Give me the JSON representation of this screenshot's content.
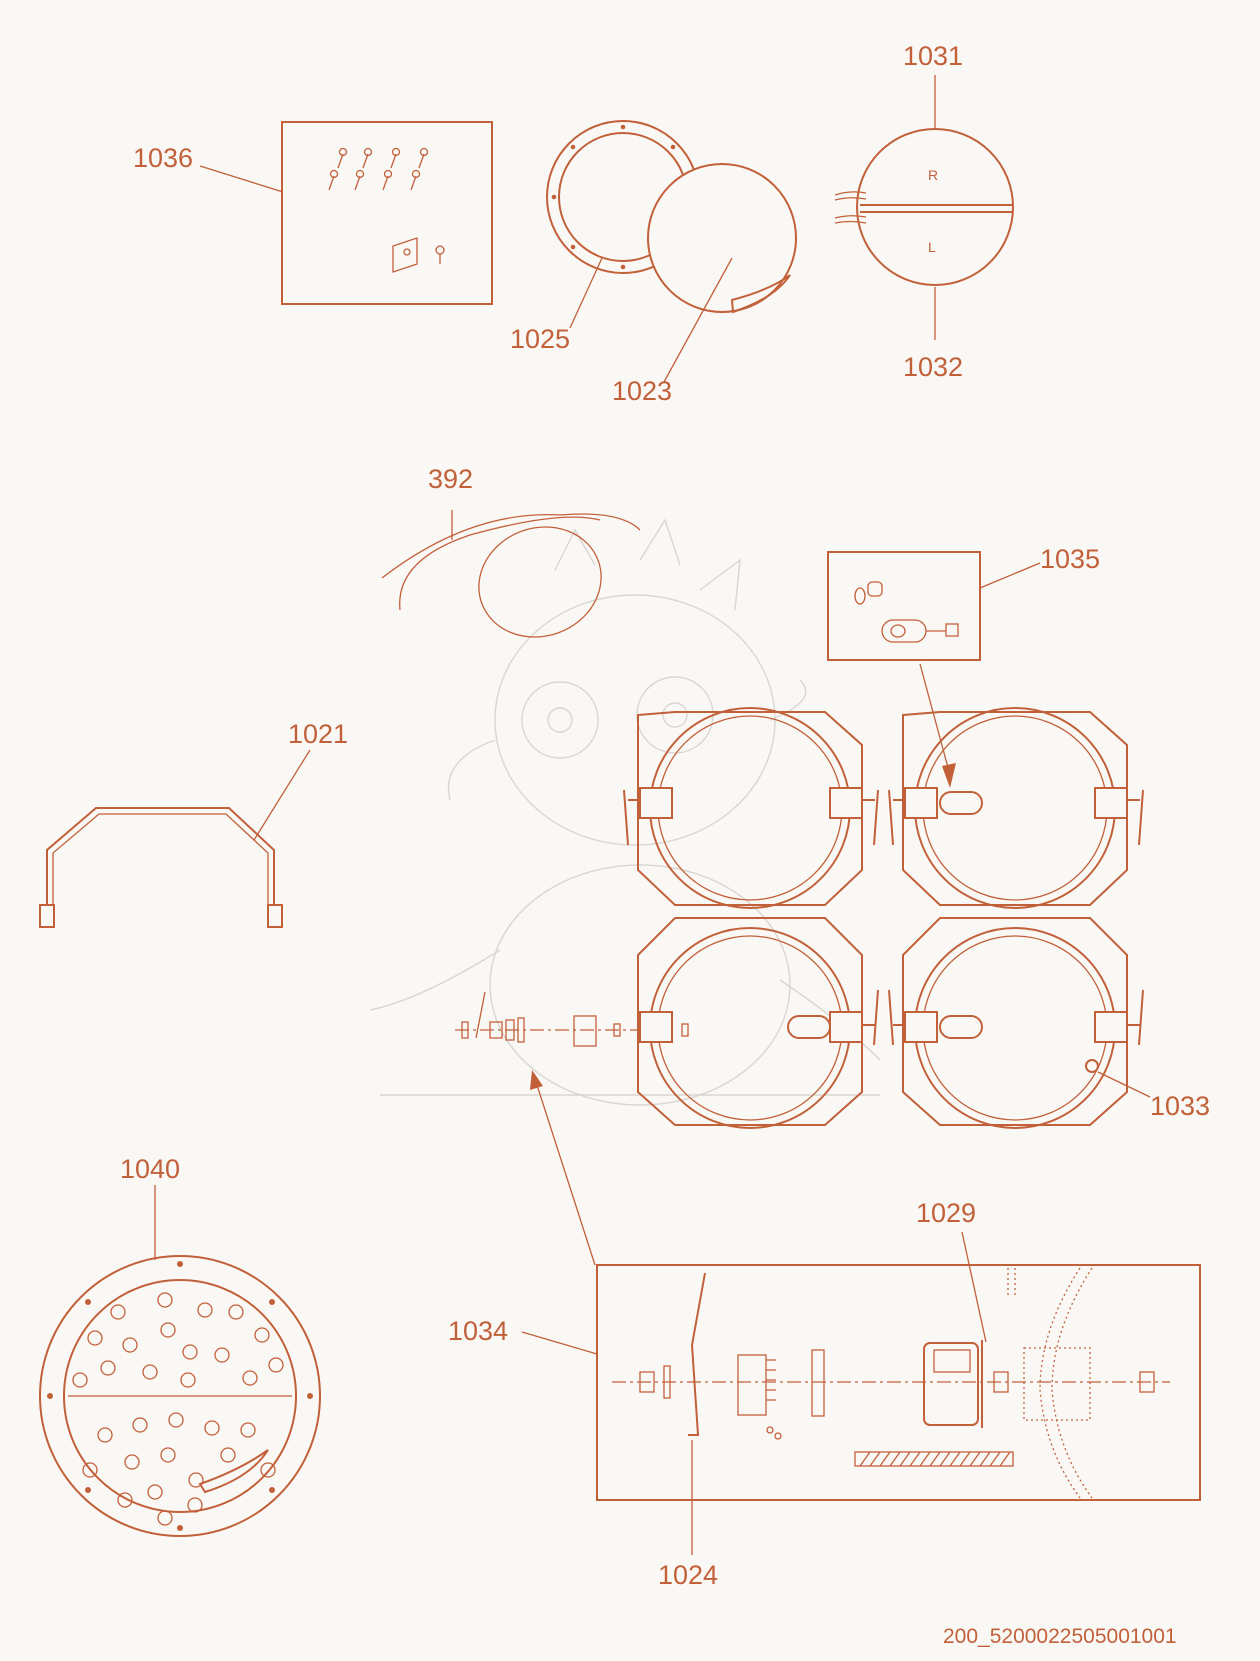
{
  "colors": {
    "ink": "#c2603a",
    "paper": "#faf8f5",
    "watermark": "#d9d6d2"
  },
  "callouts": {
    "p1036": "1036",
    "p1025": "1025",
    "p1023": "1023",
    "p1031": "1031",
    "p1032": "1032",
    "p392": "392",
    "p1035": "1035",
    "p1021": "1021",
    "p1033": "1033",
    "p1040": "1040",
    "p1029": "1029",
    "p1034": "1034",
    "p1024": "1024"
  },
  "lens_marks": {
    "right": "R",
    "left": "L"
  },
  "footer": {
    "drawing_number": "200_5200022505001001"
  }
}
